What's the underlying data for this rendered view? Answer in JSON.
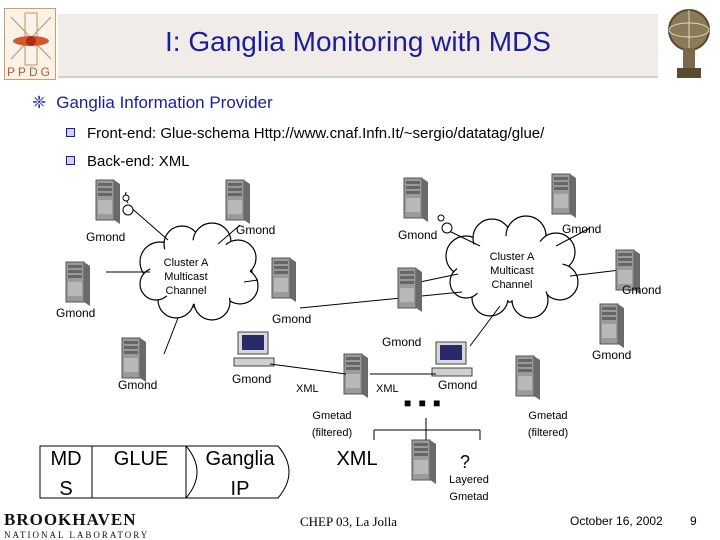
{
  "slide": {
    "title": "I: Ganglia Monitoring with MDS",
    "logo_left": "PPDG",
    "bullet": "Ganglia Information Provider",
    "subbullets": [
      "Front-end: Glue-schema Http://www.cnaf.Infn.It/~sergio/datatag/glue/",
      "Back-end: XML"
    ]
  },
  "diagram": {
    "gmond": "Gmond",
    "cluster_left": [
      "Cluster A",
      "Multicast",
      "Channel"
    ],
    "cluster_right": [
      "Cluster A",
      "Multicast",
      "Channel"
    ],
    "xml_small": "XML",
    "gmetad_filtered": [
      "Gmetad",
      "(filtered)"
    ],
    "dots": "■ ■ ■",
    "question": "?",
    "layered": [
      "Layered",
      "Gmetad"
    ],
    "stack": {
      "mds": [
        "MD",
        "S"
      ],
      "glue": "GLUE",
      "ganglia": [
        "Ganglia",
        "IP"
      ],
      "xml": "XML"
    }
  },
  "footer": {
    "org": "BROOKHAVEN",
    "org_sub": "NATIONAL LABORATORY",
    "conference": "CHEP 03, La Jolla",
    "date": "October 16, 2002",
    "page": "9"
  }
}
